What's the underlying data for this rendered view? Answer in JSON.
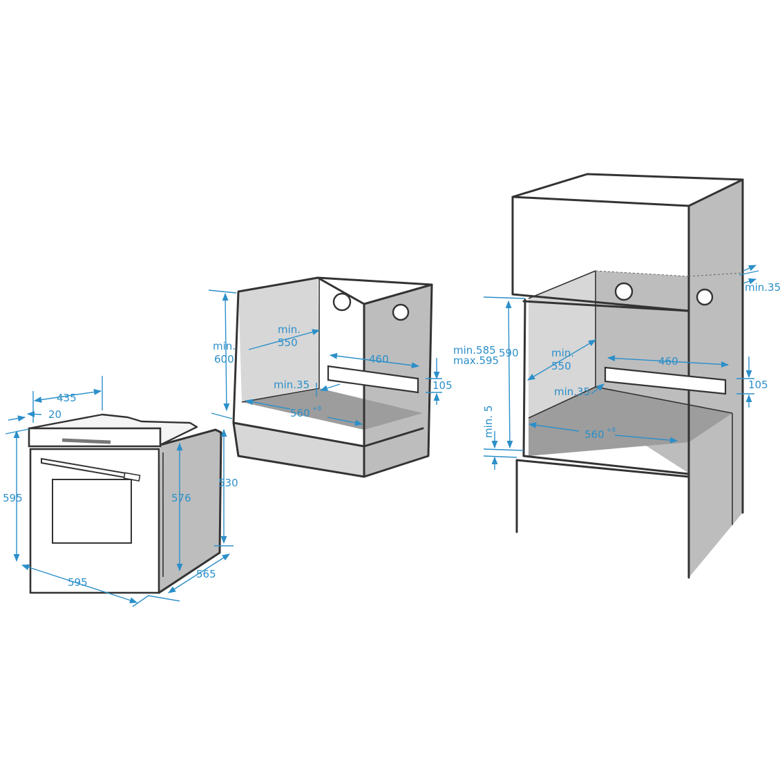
{
  "colors": {
    "dimension": "#2b8fc9",
    "outline": "#333333",
    "panel_gray": "#bdbdbd"
  },
  "oven_dims": {
    "depth_total": "435",
    "front_panel": "20",
    "height_total": "595",
    "body_height": "576",
    "side_height": "530",
    "width": "595",
    "depth_body": "565"
  },
  "under_counter": {
    "height": "min.\n600",
    "height_line1": "min.",
    "height_line2": "600",
    "depth_line1": "min.",
    "depth_line2": "550",
    "vent_width": "460",
    "vent_height": "105",
    "gap": "min.35",
    "width": "560",
    "width_tolerance": "+8"
  },
  "tall_unit": {
    "top_gap": "min.35",
    "opening_line1": "min.585",
    "opening_line2": "max.595",
    "opening_height": "590",
    "depth_line1": "min.",
    "depth_line2": "550",
    "vent_width": "460",
    "vent_height": "105",
    "gap": "min.35",
    "base_gap": "min. 5",
    "width": "560",
    "width_tolerance": "+8"
  }
}
